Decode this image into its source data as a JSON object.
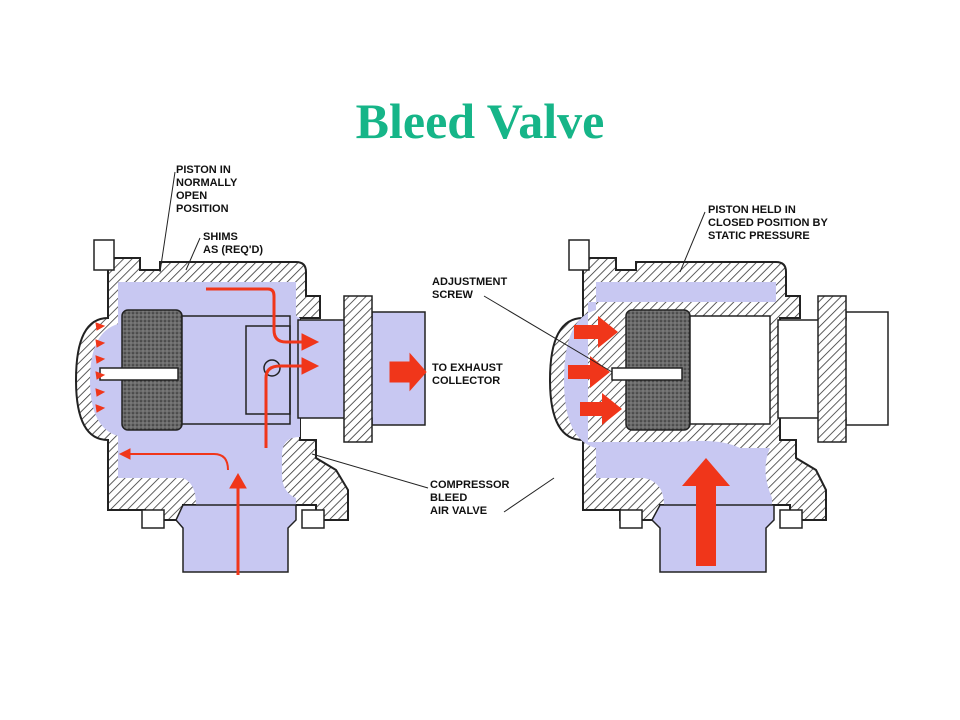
{
  "title": "Bleed Valve",
  "labels": {
    "piston_normally_open": [
      "PISTON IN",
      "NORMALLY",
      "OPEN",
      "POSITION"
    ],
    "shims": [
      "SHIMS",
      "AS (REQ'D)"
    ],
    "to_exhaust": [
      "TO EXHAUST",
      "COLLECTOR"
    ],
    "adjustment_screw": [
      "ADJUSTMENT",
      "SCREW"
    ],
    "piston_closed": [
      "PISTON HELD IN",
      "CLOSED POSITION BY",
      "STATIC PRESSURE"
    ],
    "compressor_valve": [
      "COMPRESSOR",
      "BLEED",
      "AIR VALVE"
    ]
  },
  "colors": {
    "title": "#16b588",
    "air": "#c8c8f2",
    "flow_arrow": "#f0361a",
    "casing": "#3a3a3a"
  }
}
